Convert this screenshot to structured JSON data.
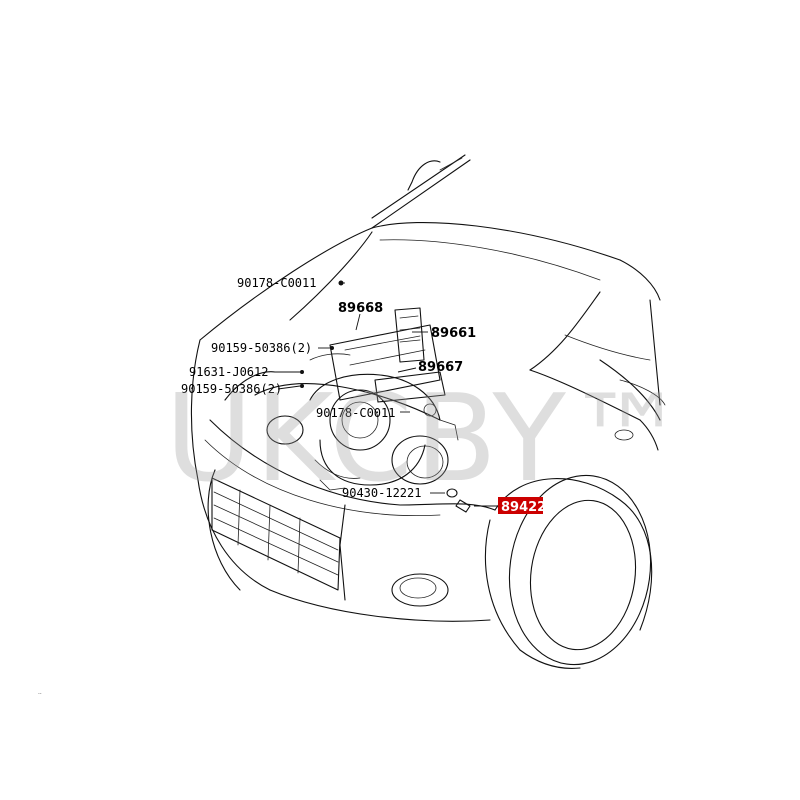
{
  "diagram": {
    "labels": {
      "p1": "90178-C0011",
      "p2": "89668",
      "p3": "89661",
      "p4": "90159-50386(2)",
      "p5": "91631-J0612",
      "p6": "89667",
      "p7": "90159-50386(2)",
      "p8": "90178-C0011",
      "p9": "90430-12221",
      "p10": "89422"
    },
    "highlight_color": "#cc0000",
    "watermark": "UKCBY™"
  }
}
